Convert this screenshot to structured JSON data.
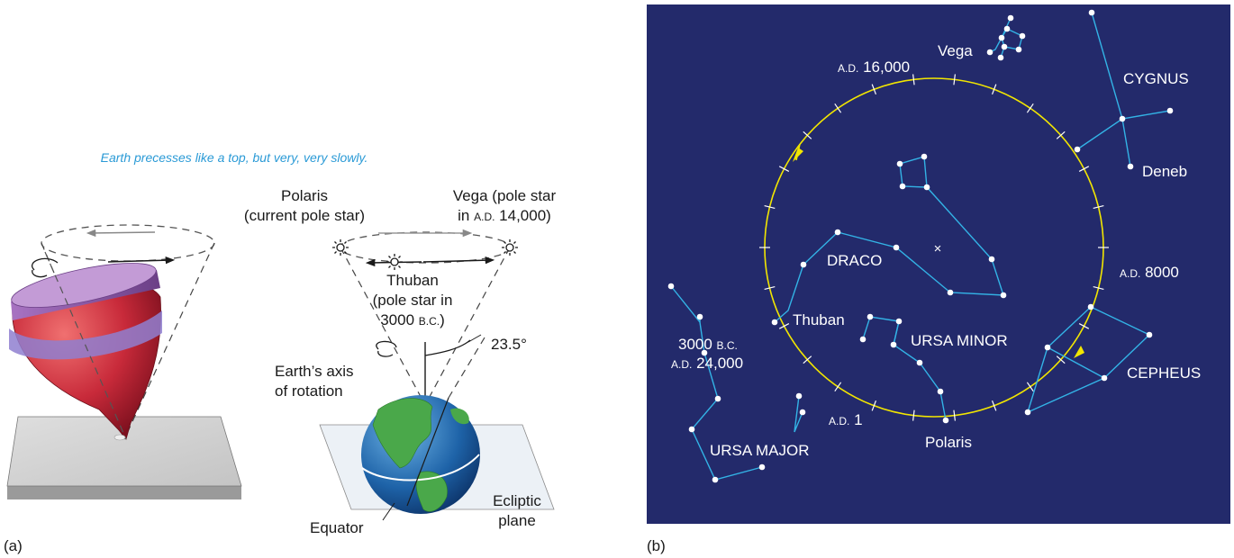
{
  "panel_a": {
    "caption": "Earth precesses like a top, but very, very slowly.",
    "polaris": {
      "line1": "Polaris",
      "line2": "(current pole star)"
    },
    "vega": {
      "line1": "Vega (pole star",
      "line2_pre": "in ",
      "era": "A.D.",
      "line2_post": " 14,000)"
    },
    "thuban": {
      "line1": "Thuban",
      "line2": "(pole star in",
      "line3_pre": "3000 ",
      "era": "B.C.",
      "line3_post": ")"
    },
    "angle": "23.5°",
    "axis": {
      "line1": "Earth’s axis",
      "line2": "of rotation"
    },
    "equator": "Equator",
    "ecliptic": {
      "line1": "Ecliptic",
      "line2": "plane"
    },
    "panel_label": "(a)"
  },
  "panel_b": {
    "panel_label": "(b)",
    "background": "#232a6b",
    "circle_color": "#f2e600",
    "line_color": "#33b3e6",
    "labels": {
      "ad16000_era": "A.D.",
      "ad16000_year": " 16,000",
      "vega": "Vega",
      "cygnus": "CYGNUS",
      "deneb": "Deneb",
      "draco": "DRACO",
      "ad8000_era": "A.D.",
      "ad8000_year": " 8000",
      "thuban": "Thuban",
      "ursa_minor": "URSA MINOR",
      "bc3000_pre": "3000 ",
      "bc3000_era": "B.C.",
      "ad24000_era": "A.D.",
      "ad24000_year": " 24,000",
      "cepheus": "CEPHEUS",
      "ad1_era": "A.D.",
      "ad1_year": " 1",
      "polaris": "Polaris",
      "ursa_major": "URSA MAJOR",
      "pole_mark": "×"
    }
  }
}
